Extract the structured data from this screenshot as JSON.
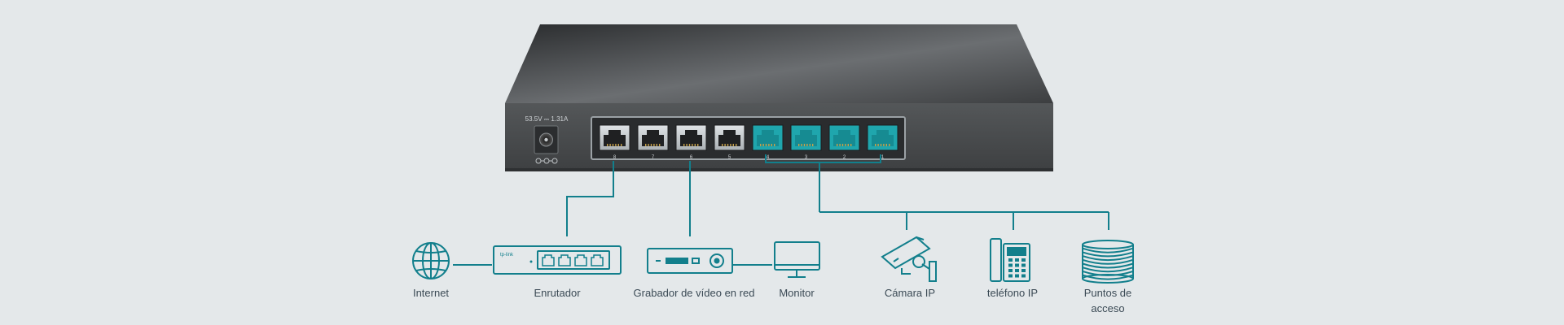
{
  "switch": {
    "power_rating": "53.5V ⎓ 1.31A",
    "brand_label": "tp-link",
    "port_numbers": [
      "8",
      "7",
      "6",
      "5",
      "4",
      "3",
      "2",
      "1"
    ]
  },
  "devices": [
    {
      "id": "internet",
      "label": "Internet",
      "icon": "globe-icon"
    },
    {
      "id": "router",
      "label": "Enrutador",
      "icon": "router-icon"
    },
    {
      "id": "nvr",
      "label": "Grabador de vídeo en red",
      "icon": "nvr-icon"
    },
    {
      "id": "monitor",
      "label": "Monitor",
      "icon": "monitor-icon"
    },
    {
      "id": "ip-camera",
      "label": "Cámara IP",
      "icon": "camera-icon"
    },
    {
      "id": "ip-phone",
      "label": "teléfono IP",
      "icon": "phone-icon"
    },
    {
      "id": "access-points",
      "label": "Puntos de acceso",
      "icon": "access-point-icon"
    }
  ],
  "colors": {
    "accent": "#127f8c",
    "poe_port": "#1fa6ad",
    "switch_body": "#47494b",
    "background": "#e4e8ea",
    "label": "#3b4a55"
  }
}
